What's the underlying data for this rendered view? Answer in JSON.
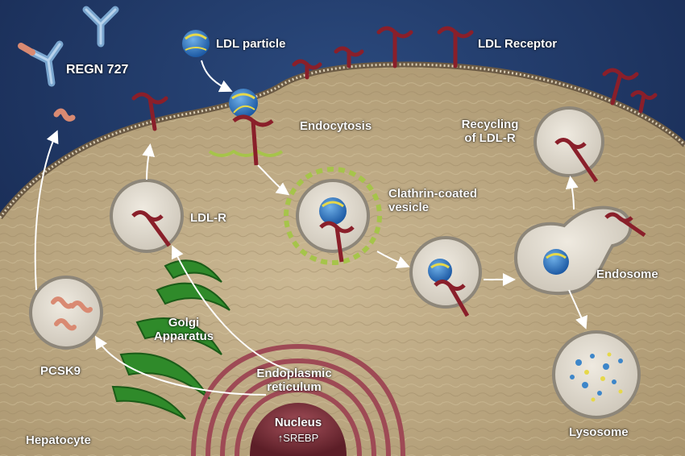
{
  "labels": {
    "regn": "REGN 727",
    "ldl_particle": "LDL particle",
    "ldl_receptor": "LDL Receptor",
    "endocytosis": "Endocytosis",
    "recycling_line1": "Recycling",
    "recycling_line2": "of LDL-R",
    "ldl_r": "LDL-R",
    "clathrin_line1": "Clathrin-coated",
    "clathrin_line2": "vesicle",
    "endosome": "Endosome",
    "golgi_line1": "Golgi",
    "golgi_line2": "Apparatus",
    "er_line1": "Endoplasmic",
    "er_line2": "reticulum",
    "nucleus": "Nucleus",
    "srebp": "↑SREBP",
    "pcsk9": "PCSK9",
    "lysosome": "Lysosome",
    "hepatocyte": "Hepatocyte"
  },
  "colors": {
    "background_blue": "#1b2f57",
    "cytoplasm": "#c2ad88",
    "receptor_red": "#8a1f2a",
    "golgi_green": "#2f8a2a",
    "nucleus_red": "#7e2f3a",
    "pcsk9_salmon": "#d98a72",
    "antibody_blue": "#7aa6cf",
    "ldl_blue": "#2f74c0",
    "ldl_yellow": "#e6d84a",
    "clathrin_green": "#a6c44a"
  },
  "icons": [
    "antibody-icon",
    "ldl-particle-icon",
    "receptor-icon",
    "pcsk9-icon",
    "vesicle-icon"
  ]
}
